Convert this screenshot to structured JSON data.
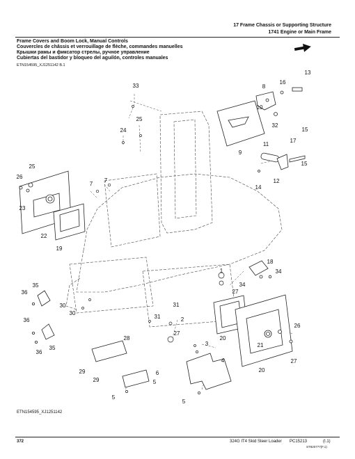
{
  "header": {
    "line1": "17 Frame Chassis or Supporting Structure",
    "line2": "1741 Engine or Main Frame"
  },
  "title": {
    "en": "Frame Covers and Boom Lock, Manual Controls",
    "fr": "Couvercles de châssis et verrouillage de flèche, commandes manuelles",
    "ru": "Крышки рамы и фиксатор стрелы, ручное управление",
    "es": "Cubiertas del bastidor y bloqueo del aguilón, controles manuales"
  },
  "diagram_id_top": "ETN154595_XJ1251142 B.1",
  "diagram_id_bottom": "ETN154595_XJ1251142",
  "callouts": [
    "1",
    "2",
    "3",
    "4",
    "5",
    "5",
    "5",
    "6",
    "7",
    "7",
    "8",
    "9",
    "10",
    "11",
    "12",
    "13",
    "14",
    "15",
    "15",
    "16",
    "17",
    "18",
    "19",
    "20",
    "20",
    "21",
    "22",
    "23",
    "24",
    "25",
    "25",
    "26",
    "26",
    "27",
    "27",
    "27",
    "28",
    "29",
    "29",
    "30",
    "30",
    "31",
    "31",
    "32",
    "33",
    "34",
    "34",
    "35",
    "35",
    "36",
    "36",
    "36"
  ],
  "footer": {
    "page": "372",
    "model": "324G IT4 Skid Steer Loader",
    "doc": "PC15213",
    "rev": "(I.1)",
    "code": "ST820777(F.1)"
  }
}
